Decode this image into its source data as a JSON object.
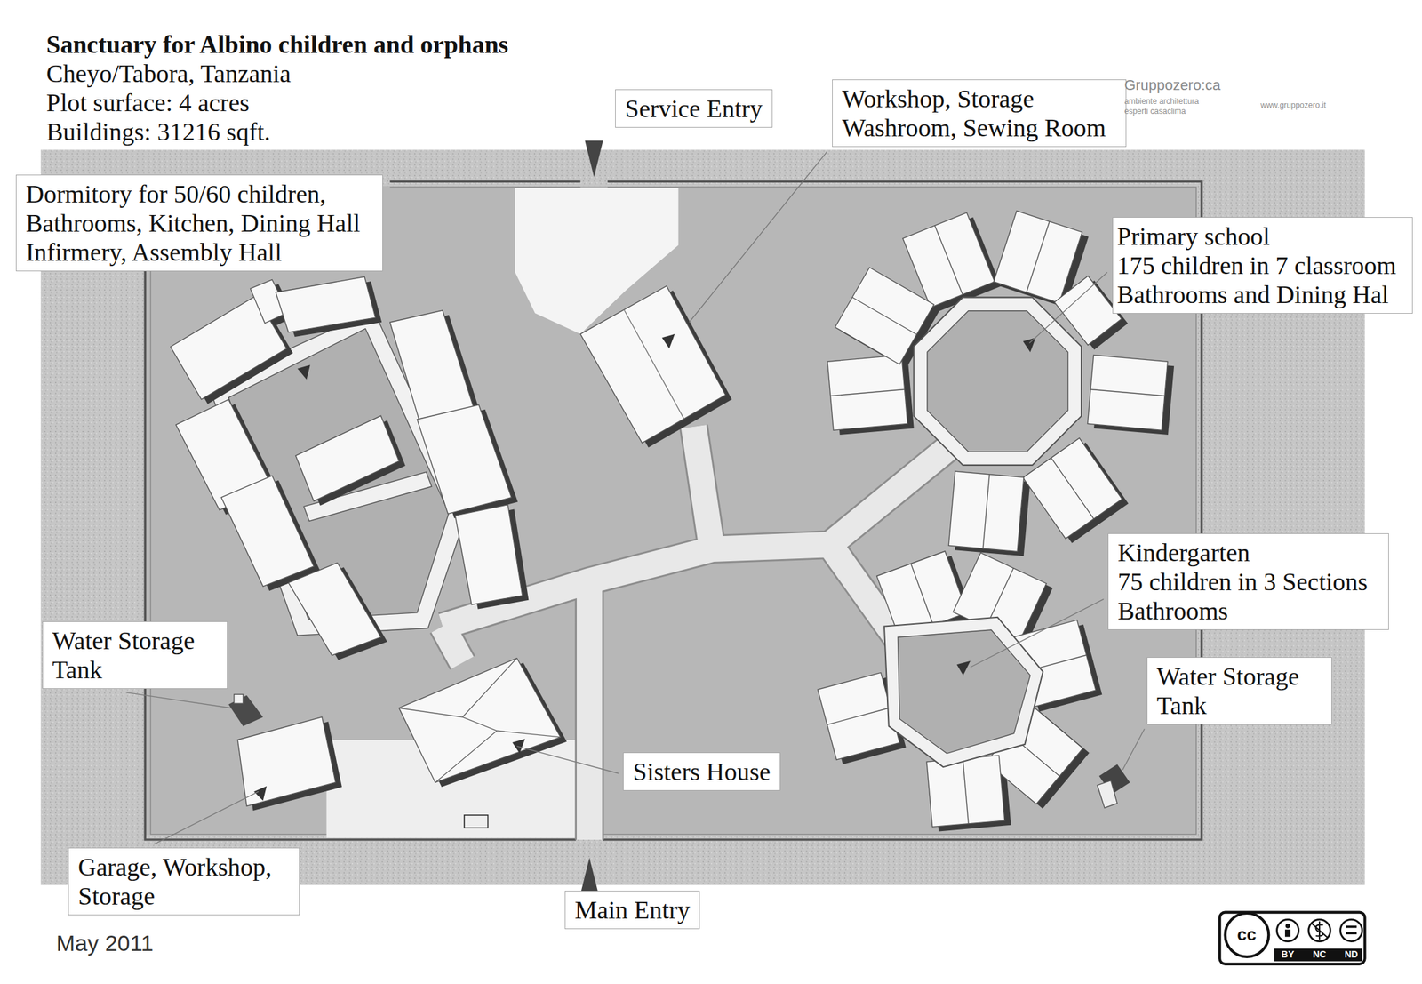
{
  "diagram": {
    "title": "Sanctuary for Albino children and orphans",
    "nodes": [
      {
        "text": [
          "Service Entry"
        ]
      },
      {
        "text": [
          "Workshop, Storage Washroom, Sewing Room"
        ]
      },
      {
        "text": [
          "Dormitory for 50/60 children, Bathrooms, Kitchen, Dining Hall Infirmery, Assembly Hall"
        ]
      },
      {
        "text": [
          "Primary school",
          "175 children in 7 classroom Bathrooms and Dining Hal"
        ]
      },
      {
        "text": [
          "Kindergarten",
          "75 children in 3 Sections Bathrooms"
        ]
      },
      {
        "text": [
          "Water Storage Tank"
        ]
      },
      {
        "text": [
          "Water Storage Tank"
        ]
      },
      {
        "text": [
          "Sisters House"
        ]
      },
      {
        "text": [
          "Garage, Workshop, Storage"
        ]
      },
      {
        "text": [
          "Main Entry"
        ]
      }
    ],
    "labels": [
      "Cheyo/Tabora, Tanzania",
      "Plot surface: 4 acres",
      "Buildings: 31216 sqft.",
      "Gruppozero:ca",
      "ambiente architettura esperti casaclima",
      "www.gruppozero.it",
      "May 2011",
      "cc",
      "BY",
      "NC",
      "ND"
    ]
  }
}
